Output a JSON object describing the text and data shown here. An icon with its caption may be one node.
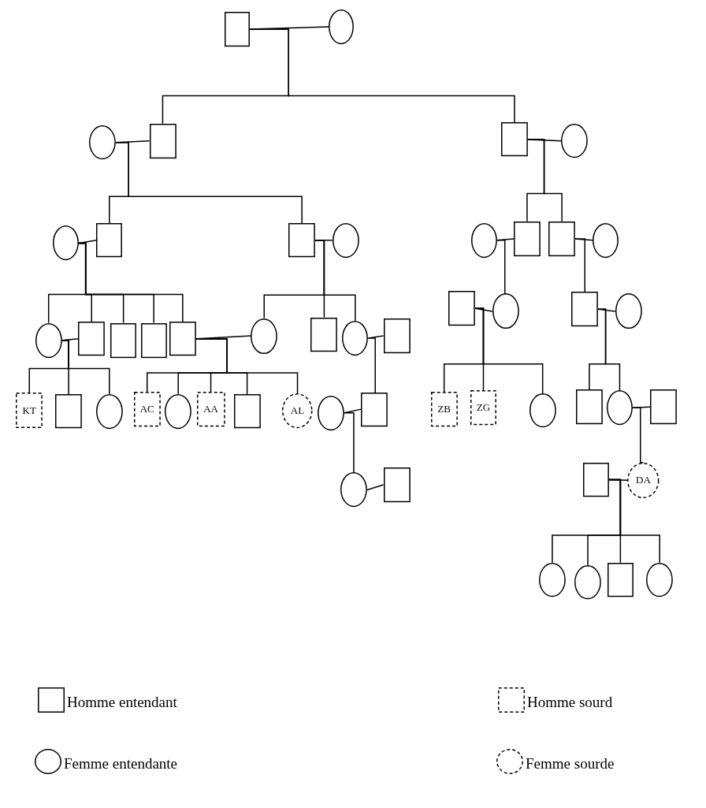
{
  "diagram": {
    "nodes": [
      {
        "text": [],
        "shape": "box"
      },
      {
        "text": [],
        "shape": "circle"
      },
      {
        "text": [],
        "shape": "circle"
      },
      {
        "text": [],
        "shape": "box"
      },
      {
        "text": [],
        "shape": "box"
      },
      {
        "text": [],
        "shape": "circle"
      },
      {
        "text": [],
        "shape": "circle"
      },
      {
        "text": [],
        "shape": "box"
      },
      {
        "text": [],
        "shape": "box"
      },
      {
        "text": [],
        "shape": "circle"
      },
      {
        "text": [],
        "shape": "circle"
      },
      {
        "text": [],
        "shape": "box"
      },
      {
        "text": [],
        "shape": "box"
      },
      {
        "text": [],
        "shape": "circle"
      },
      {
        "text": [],
        "shape": "circle"
      },
      {
        "text": [],
        "shape": "box"
      },
      {
        "text": [],
        "shape": "box"
      },
      {
        "text": [],
        "shape": "box"
      },
      {
        "text": [],
        "shape": "box"
      },
      {
        "text": [],
        "shape": "circle"
      },
      {
        "text": [],
        "shape": "box"
      },
      {
        "text": [],
        "shape": "circle"
      },
      {
        "text": [],
        "shape": "box"
      },
      {
        "text": [],
        "shape": "box"
      },
      {
        "text": [],
        "shape": "circle"
      },
      {
        "text": [],
        "shape": "box"
      },
      {
        "text": [],
        "shape": "circle"
      },
      {
        "text": [
          "KT"
        ]
      },
      {
        "text": [],
        "shape": "box"
      },
      {
        "text": [],
        "shape": "circle"
      },
      {
        "text": [
          "AC"
        ]
      },
      {
        "text": [],
        "shape": "circle"
      },
      {
        "text": [
          "AA"
        ]
      },
      {
        "text": [],
        "shape": "box"
      },
      {
        "text": [
          "AL"
        ]
      },
      {
        "text": [],
        "shape": "circle"
      },
      {
        "text": [],
        "shape": "box"
      },
      {
        "text": [
          "ZB"
        ]
      },
      {
        "text": [
          "ZG"
        ]
      },
      {
        "text": [],
        "shape": "circle"
      },
      {
        "text": [],
        "shape": "box"
      },
      {
        "text": [],
        "shape": "circle"
      },
      {
        "text": [],
        "shape": "box"
      },
      {
        "text": [],
        "shape": "circle"
      },
      {
        "text": [],
        "shape": "box"
      },
      {
        "text": [],
        "shape": "box"
      },
      {
        "text": [
          "DA"
        ]
      },
      {
        "text": [],
        "shape": "circle"
      },
      {
        "text": [],
        "shape": "circle"
      },
      {
        "text": [],
        "shape": "box"
      },
      {
        "text": [],
        "shape": "circle"
      }
    ],
    "edges": [
      {
        "from": 0,
        "to": 1,
        "arrow": "none"
      },
      {
        "from": 0,
        "to": 3,
        "arrow": "none"
      },
      {
        "from": 0,
        "to": 4,
        "arrow": "none"
      },
      {
        "from": 2,
        "to": 3,
        "arrow": "none"
      },
      {
        "from": 2,
        "to": 7,
        "arrow": "none"
      },
      {
        "from": 2,
        "to": 8,
        "arrow": "none"
      },
      {
        "from": 4,
        "to": 5,
        "arrow": "none"
      },
      {
        "from": 4,
        "to": 11,
        "arrow": "none"
      },
      {
        "from": 4,
        "to": 12,
        "arrow": "none"
      },
      {
        "from": 6,
        "to": 7,
        "arrow": "none"
      },
      {
        "from": 6,
        "to": 14,
        "arrow": "none"
      },
      {
        "from": 6,
        "to": 15,
        "arrow": "none"
      },
      {
        "from": 6,
        "to": 16,
        "arrow": "none"
      },
      {
        "from": 6,
        "to": 17,
        "arrow": "none"
      },
      {
        "from": 6,
        "to": 18,
        "arrow": "none"
      },
      {
        "from": 8,
        "to": 9,
        "arrow": "none"
      },
      {
        "from": 8,
        "to": 19,
        "arrow": "none"
      },
      {
        "from": 8,
        "to": 20,
        "arrow": "none"
      },
      {
        "from": 8,
        "to": 21,
        "arrow": "none"
      },
      {
        "from": 10,
        "to": 11,
        "arrow": "none"
      },
      {
        "from": 10,
        "to": 24,
        "arrow": "none"
      },
      {
        "from": 12,
        "to": 13,
        "arrow": "none"
      },
      {
        "from": 12,
        "to": 25,
        "arrow": "none"
      },
      {
        "from": 14,
        "to": 15,
        "arrow": "none"
      },
      {
        "from": 14,
        "to": 27,
        "arrow": "none"
      },
      {
        "from": 14,
        "to": 28,
        "arrow": "none"
      },
      {
        "from": 14,
        "to": 29,
        "arrow": "none"
      },
      {
        "from": 18,
        "to": 19,
        "arrow": "none"
      },
      {
        "from": 18,
        "to": 30,
        "arrow": "none"
      },
      {
        "from": 18,
        "to": 31,
        "arrow": "none"
      },
      {
        "from": 18,
        "to": 32,
        "arrow": "none"
      },
      {
        "from": 18,
        "to": 33,
        "arrow": "none"
      },
      {
        "from": 18,
        "to": 34,
        "arrow": "none"
      },
      {
        "from": 21,
        "to": 22,
        "arrow": "none"
      },
      {
        "from": 21,
        "to": 36,
        "arrow": "none"
      },
      {
        "from": 23,
        "to": 24,
        "arrow": "none"
      },
      {
        "from": 23,
        "to": 37,
        "arrow": "none"
      },
      {
        "from": 23,
        "to": 38,
        "arrow": "none"
      },
      {
        "from": 23,
        "to": 39,
        "arrow": "none"
      },
      {
        "from": 25,
        "to": 26,
        "arrow": "none"
      },
      {
        "from": 25,
        "to": 40,
        "arrow": "none"
      },
      {
        "from": 25,
        "to": 41,
        "arrow": "none"
      },
      {
        "from": 35,
        "to": 36,
        "arrow": "none"
      },
      {
        "from": 35,
        "to": 43,
        "arrow": "none"
      },
      {
        "from": 43,
        "to": 44,
        "arrow": "none"
      },
      {
        "from": 41,
        "to": 42,
        "arrow": "none"
      },
      {
        "from": 41,
        "to": 46,
        "arrow": "none"
      },
      {
        "from": 45,
        "to": 46,
        "arrow": "none"
      },
      {
        "from": 45,
        "to": 47,
        "arrow": "none"
      },
      {
        "from": 45,
        "to": 48,
        "arrow": "none"
      },
      {
        "from": 45,
        "to": 49,
        "arrow": "none"
      },
      {
        "from": 45,
        "to": 50,
        "arrow": "none"
      }
    ],
    "legend": [
      {
        "text": "Homme entendant"
      },
      {
        "text": "Homme sourd"
      },
      {
        "text": "Femme entendante"
      },
      {
        "text": "Femme sourde"
      }
    ]
  }
}
